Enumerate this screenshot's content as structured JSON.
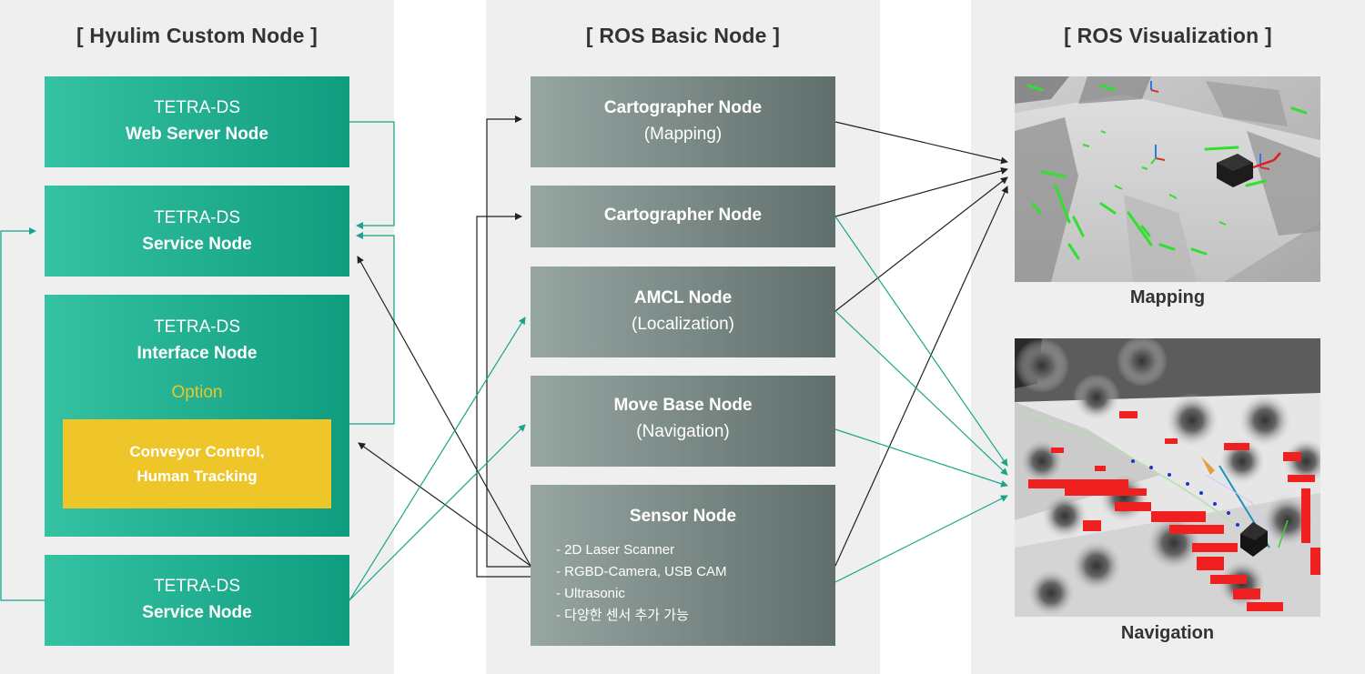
{
  "columns": {
    "custom": {
      "title": "[ Hyulim Custom Node ]"
    },
    "basic": {
      "title": "[ ROS Basic Node ]"
    },
    "vis": {
      "title": "[ ROS Visualization ]"
    }
  },
  "custom_nodes": {
    "web_server": {
      "line1": "TETRA-DS",
      "line2": "Web Server Node"
    },
    "service_top": {
      "line1": "TETRA-DS",
      "line2": "Service Node"
    },
    "interface": {
      "line1": "TETRA-DS",
      "line2": "Interface Node",
      "option": "Option",
      "option_box": [
        "Conveyor Control,",
        "Human Tracking"
      ]
    },
    "service_bottom": {
      "line1": "TETRA-DS",
      "line2": "Service Node"
    }
  },
  "basic_nodes": {
    "cartographer_mapping": {
      "line1": "Cartographer Node",
      "line2": "(Mapping)"
    },
    "cartographer": {
      "line1": "Cartographer Node"
    },
    "amcl": {
      "line1": "AMCL Node",
      "line2": "(Localization)"
    },
    "move_base": {
      "line1": "Move Base Node",
      "line2": "(Navigation)"
    },
    "sensor": {
      "line1": "Sensor Node",
      "items": [
        "- 2D Laser Scanner",
        "- RGBD-Camera, USB CAM",
        "- Ultrasonic",
        "- 다양한 센서 추가 가능"
      ]
    }
  },
  "visualization": {
    "mapping": {
      "caption": "Mapping"
    },
    "navigation": {
      "caption": "Navigation"
    }
  },
  "colors": {
    "panel_bg": "#efefef",
    "custom_node": "#1aae8f",
    "basic_node": "#7d8b88",
    "option_text": "#efc42a",
    "option_box": "#eec62a",
    "arrow_black": "#222222",
    "arrow_teal": "#1aa58a"
  }
}
